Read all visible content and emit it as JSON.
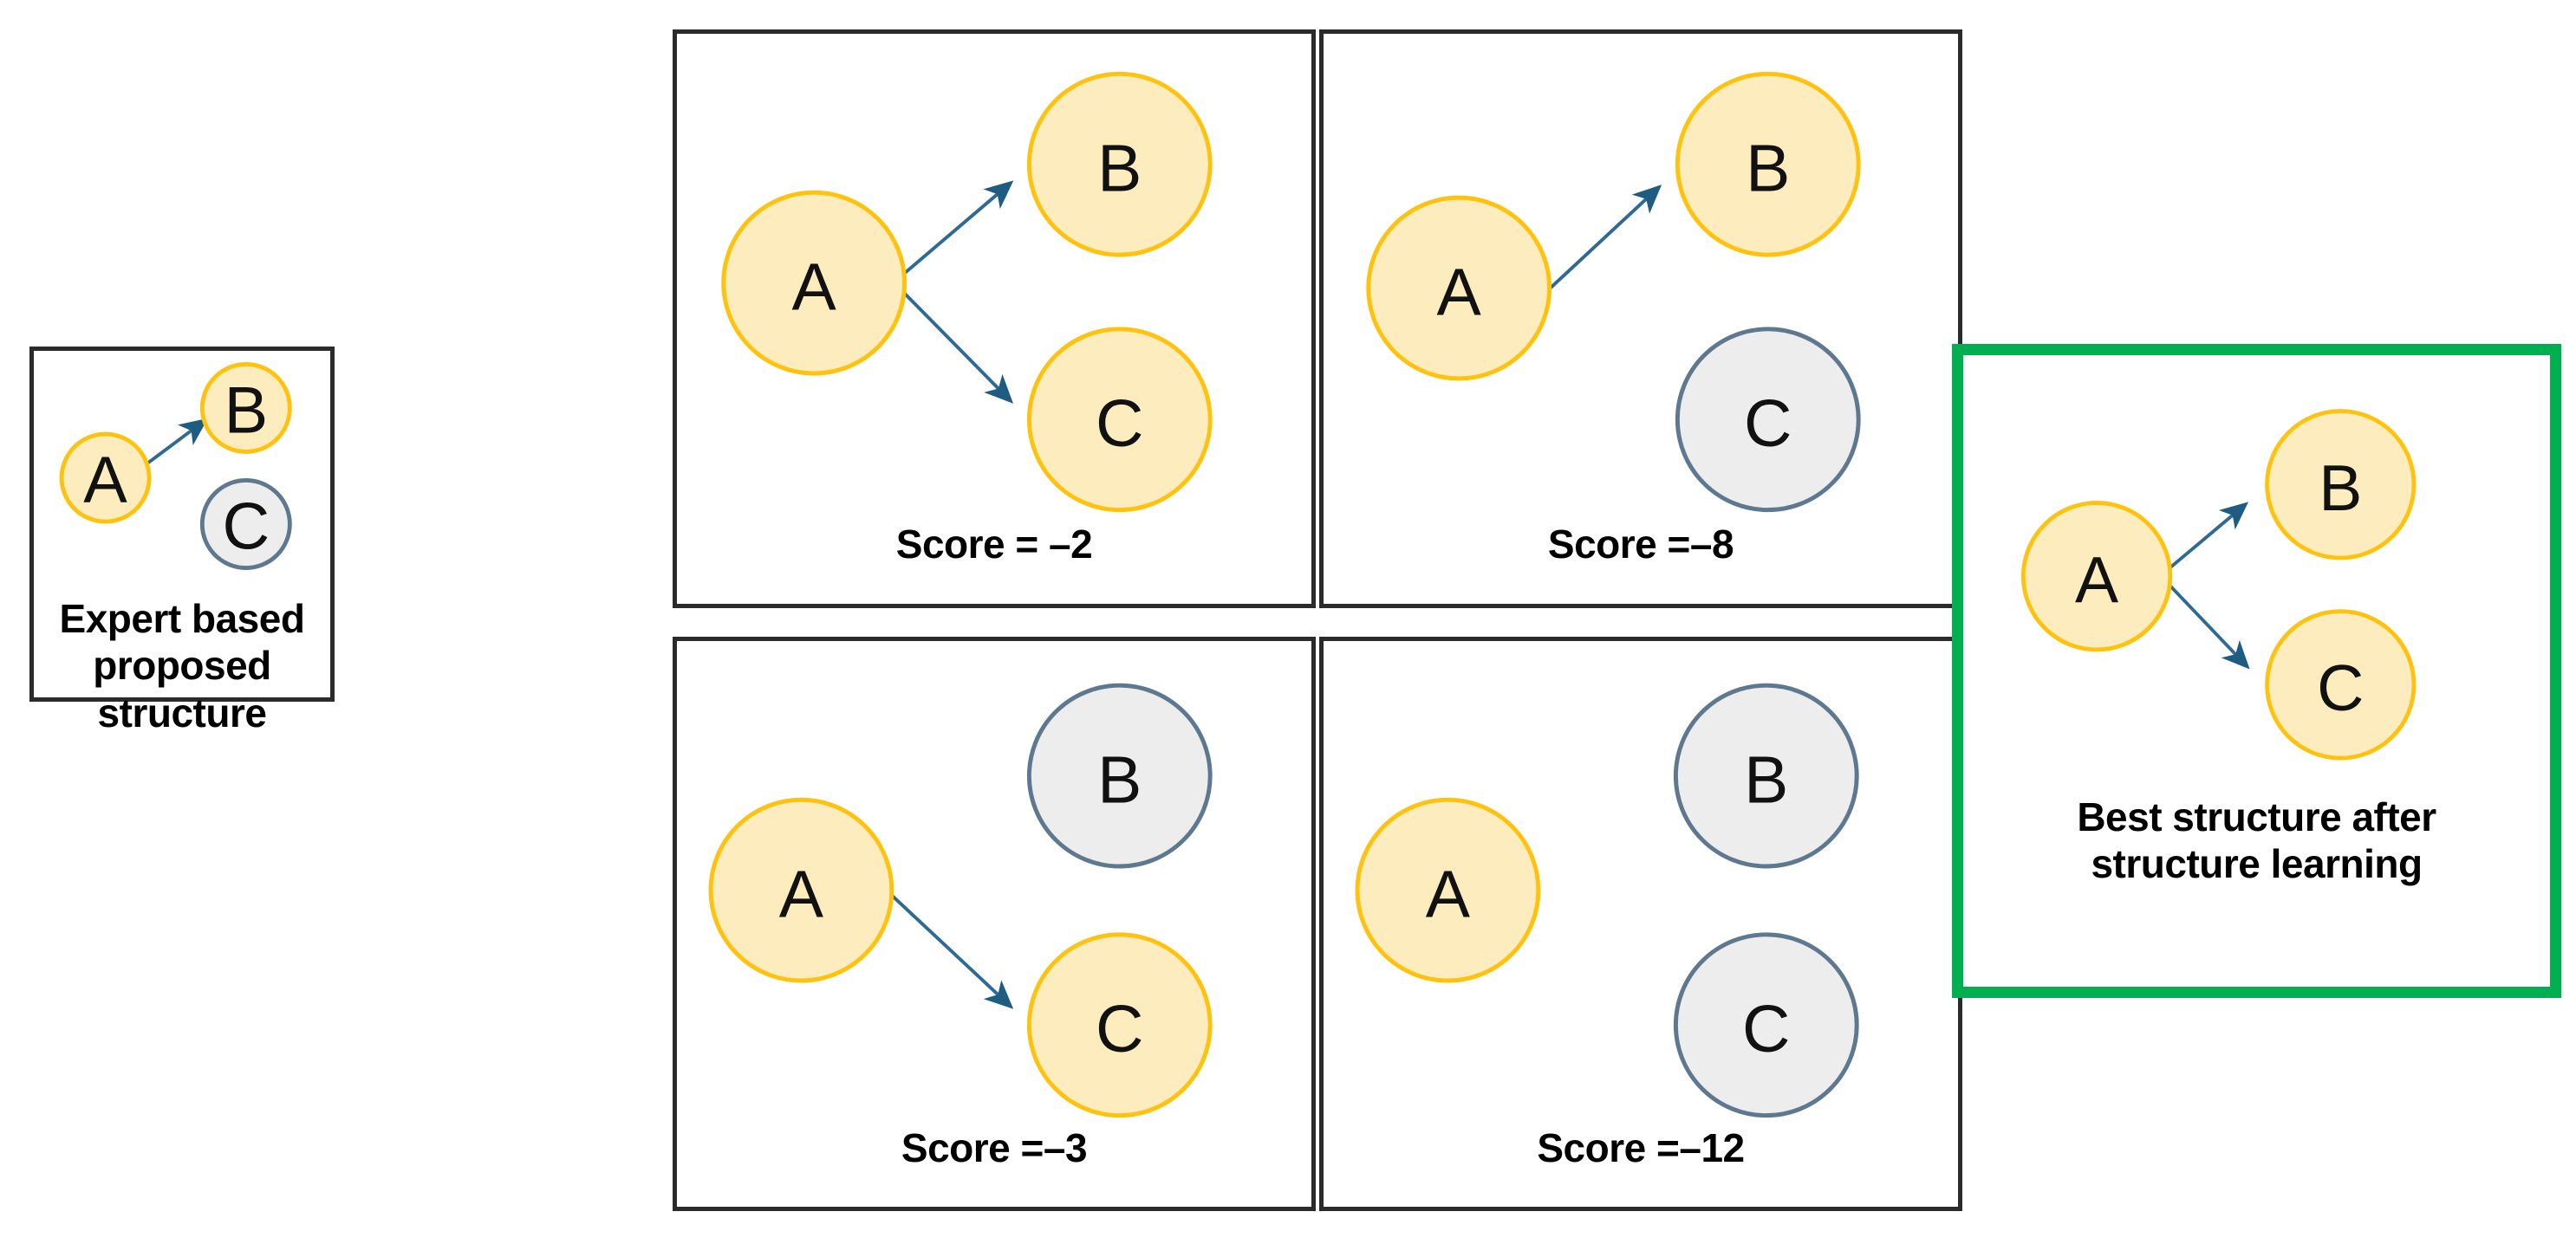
{
  "figure": {
    "node_colors": {
      "active_fill": "#FDECBE",
      "active_stroke": "#FFC20E",
      "inactive_fill": "#EDEDED",
      "inactive_stroke": "#5E7890",
      "edge": "#2E6A93",
      "highlight_border": "#00B050",
      "panel_border": "#2B2B2B"
    },
    "node_labels": {
      "a": "A",
      "b": "B",
      "c": "C"
    }
  },
  "panels": {
    "expert": {
      "caption": "Expert based proposed\nstructure",
      "nodes": [
        {
          "id": "A",
          "label": "A",
          "state": "active"
        },
        {
          "id": "B",
          "label": "B",
          "state": "active"
        },
        {
          "id": "C",
          "label": "C",
          "state": "inactive"
        }
      ],
      "edges": [
        {
          "from": "A",
          "to": "B"
        }
      ]
    },
    "candidate_1": {
      "caption": "Score = –2",
      "score": -2,
      "nodes": [
        {
          "id": "A",
          "label": "A",
          "state": "active"
        },
        {
          "id": "B",
          "label": "B",
          "state": "active"
        },
        {
          "id": "C",
          "label": "C",
          "state": "active"
        }
      ],
      "edges": [
        {
          "from": "A",
          "to": "B"
        },
        {
          "from": "A",
          "to": "C"
        }
      ]
    },
    "candidate_2": {
      "caption": "Score =–8",
      "score": -8,
      "nodes": [
        {
          "id": "A",
          "label": "A",
          "state": "active"
        },
        {
          "id": "B",
          "label": "B",
          "state": "active"
        },
        {
          "id": "C",
          "label": "C",
          "state": "inactive"
        }
      ],
      "edges": [
        {
          "from": "A",
          "to": "B"
        }
      ]
    },
    "candidate_3": {
      "caption": "Score =–3",
      "score": -3,
      "nodes": [
        {
          "id": "A",
          "label": "A",
          "state": "active"
        },
        {
          "id": "B",
          "label": "B",
          "state": "inactive"
        },
        {
          "id": "C",
          "label": "C",
          "state": "active"
        }
      ],
      "edges": [
        {
          "from": "A",
          "to": "C"
        }
      ]
    },
    "candidate_4": {
      "caption": "Score =–12",
      "score": -12,
      "nodes": [
        {
          "id": "A",
          "label": "A",
          "state": "active"
        },
        {
          "id": "B",
          "label": "B",
          "state": "inactive"
        },
        {
          "id": "C",
          "label": "C",
          "state": "inactive"
        }
      ],
      "edges": []
    },
    "best": {
      "caption": "Best structure after\nstructure learning",
      "highlighted": true,
      "nodes": [
        {
          "id": "A",
          "label": "A",
          "state": "active"
        },
        {
          "id": "B",
          "label": "B",
          "state": "active"
        },
        {
          "id": "C",
          "label": "C",
          "state": "active"
        }
      ],
      "edges": [
        {
          "from": "A",
          "to": "B"
        },
        {
          "from": "A",
          "to": "C"
        }
      ]
    }
  }
}
